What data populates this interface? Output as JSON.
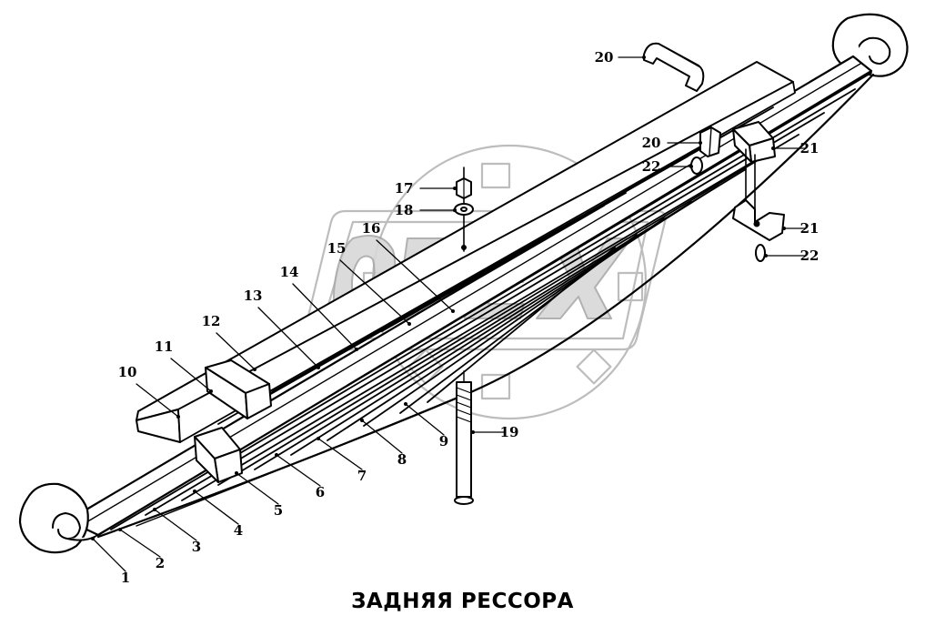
{
  "caption": "ЗАДНЯЯ РЕССОРА",
  "callouts": [
    {
      "id": "c1",
      "number": "1"
    },
    {
      "id": "c2",
      "number": "2"
    },
    {
      "id": "c3",
      "number": "3"
    },
    {
      "id": "c4",
      "number": "4"
    },
    {
      "id": "c5",
      "number": "5"
    },
    {
      "id": "c6",
      "number": "6"
    },
    {
      "id": "c7",
      "number": "7"
    },
    {
      "id": "c8",
      "number": "8"
    },
    {
      "id": "c9",
      "number": "9"
    },
    {
      "id": "c10",
      "number": "10"
    },
    {
      "id": "c11",
      "number": "11"
    },
    {
      "id": "c12",
      "number": "12"
    },
    {
      "id": "c13",
      "number": "13"
    },
    {
      "id": "c14",
      "number": "14"
    },
    {
      "id": "c15",
      "number": "15"
    },
    {
      "id": "c16",
      "number": "16"
    },
    {
      "id": "c17",
      "number": "17"
    },
    {
      "id": "c18",
      "number": "18"
    },
    {
      "id": "c19",
      "number": "19"
    },
    {
      "id": "c20a",
      "number": "20"
    },
    {
      "id": "c20b",
      "number": "20"
    },
    {
      "id": "c21a",
      "number": "21"
    },
    {
      "id": "c21b",
      "number": "21"
    },
    {
      "id": "c22a",
      "number": "22"
    },
    {
      "id": "c22b",
      "number": "22"
    }
  ],
  "watermark": {
    "color": "#bdbdbd"
  },
  "colors": {
    "line": "#000000",
    "background": "#ffffff"
  }
}
